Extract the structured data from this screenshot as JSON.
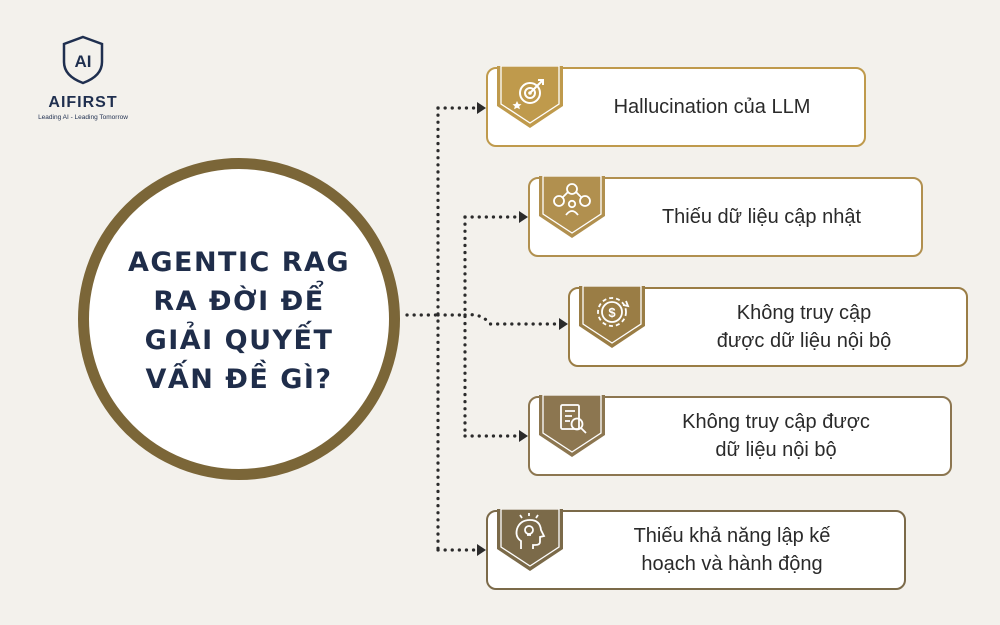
{
  "logo": {
    "mark_text": "AI",
    "name": "AIFIRST",
    "tagline": "Leading AI - Leading Tomorrow"
  },
  "center": {
    "title": "AGENTIC RAG\nRA ĐỜI ĐỂ\nGIẢI QUYẾT\nVẤN ĐỀ GÌ?"
  },
  "items": [
    {
      "label": "Hallucination của LLM",
      "icon": "target-icon",
      "accent": "#bf9a4c"
    },
    {
      "label": "Thiếu dữ liệu cập nhật",
      "icon": "network-people-icon",
      "accent": "#b1904f"
    },
    {
      "label": "Không truy cập\nđược dữ liệu nội bộ",
      "icon": "gear-dollar-icon",
      "accent": "#9a7d45"
    },
    {
      "label": "Không truy cập được\ndữ liệu nội bộ",
      "icon": "document-search-icon",
      "accent": "#8c7650"
    },
    {
      "label": "Thiếu khả năng lập kế\nhoạch và hành động",
      "icon": "head-idea-icon",
      "accent": "#7b6a49"
    }
  ],
  "colors": {
    "background": "#f3f1ec",
    "navy": "#1f2d4a",
    "gold": "#bf9a4c",
    "ring": "#7b6638",
    "connector": "#2b2b2b"
  }
}
